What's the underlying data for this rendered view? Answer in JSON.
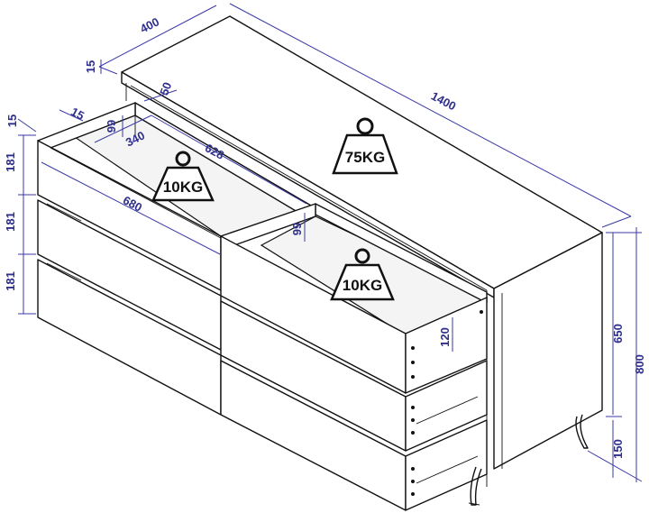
{
  "dimensions": {
    "depth": "400",
    "top_thickness": "15",
    "width": "1400",
    "inner_gap": "50",
    "drawer_side": "15",
    "drawer_back_height": "99",
    "drawer_inner_depth": "340",
    "drawer_inner_width": "628",
    "drawer_front_width": "680",
    "drawer_height_top": "181",
    "drawer_height_mid": "181",
    "drawer_height_bottom": "181",
    "right_drawer_side": "99",
    "right_drawer_front": "120",
    "body_height": "650",
    "total_height": "800",
    "leg_height": "150",
    "edge_thickness": "15"
  },
  "loads": {
    "top": "75KG",
    "left_drawer": "10KG",
    "right_drawer": "10KG"
  },
  "colors": {
    "line": "#111111",
    "dimension": "#3a3aa6"
  }
}
